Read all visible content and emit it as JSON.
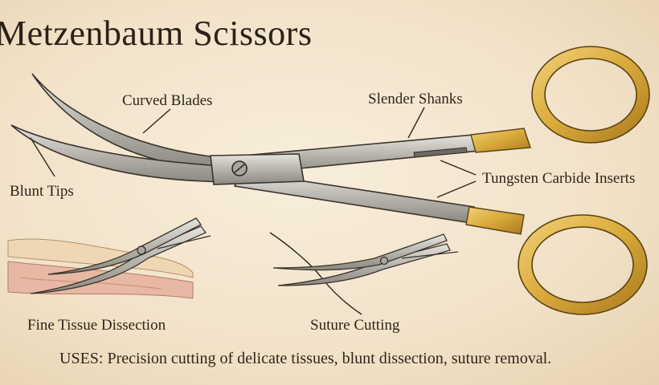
{
  "title": "Metzenbaum Scissors",
  "labels": {
    "curved_blades": "Curved Blades",
    "slender_shanks": "Slender Shanks",
    "blunt_tips": "Blunt Tips",
    "tungsten_inserts": "Tungsten Carbide Inserts"
  },
  "vignettes": {
    "dissection": "Fine Tissue Dissection",
    "suture": "Suture Cutting"
  },
  "uses": "USES: Precision cutting of delicate tissues, blunt dissection, suture removal.",
  "colors": {
    "background": "#f3e6cf",
    "steel": "#b9b7b0",
    "gold": "#d9a93a",
    "ink": "#2c2318",
    "tissue": "#e7b8a4"
  }
}
